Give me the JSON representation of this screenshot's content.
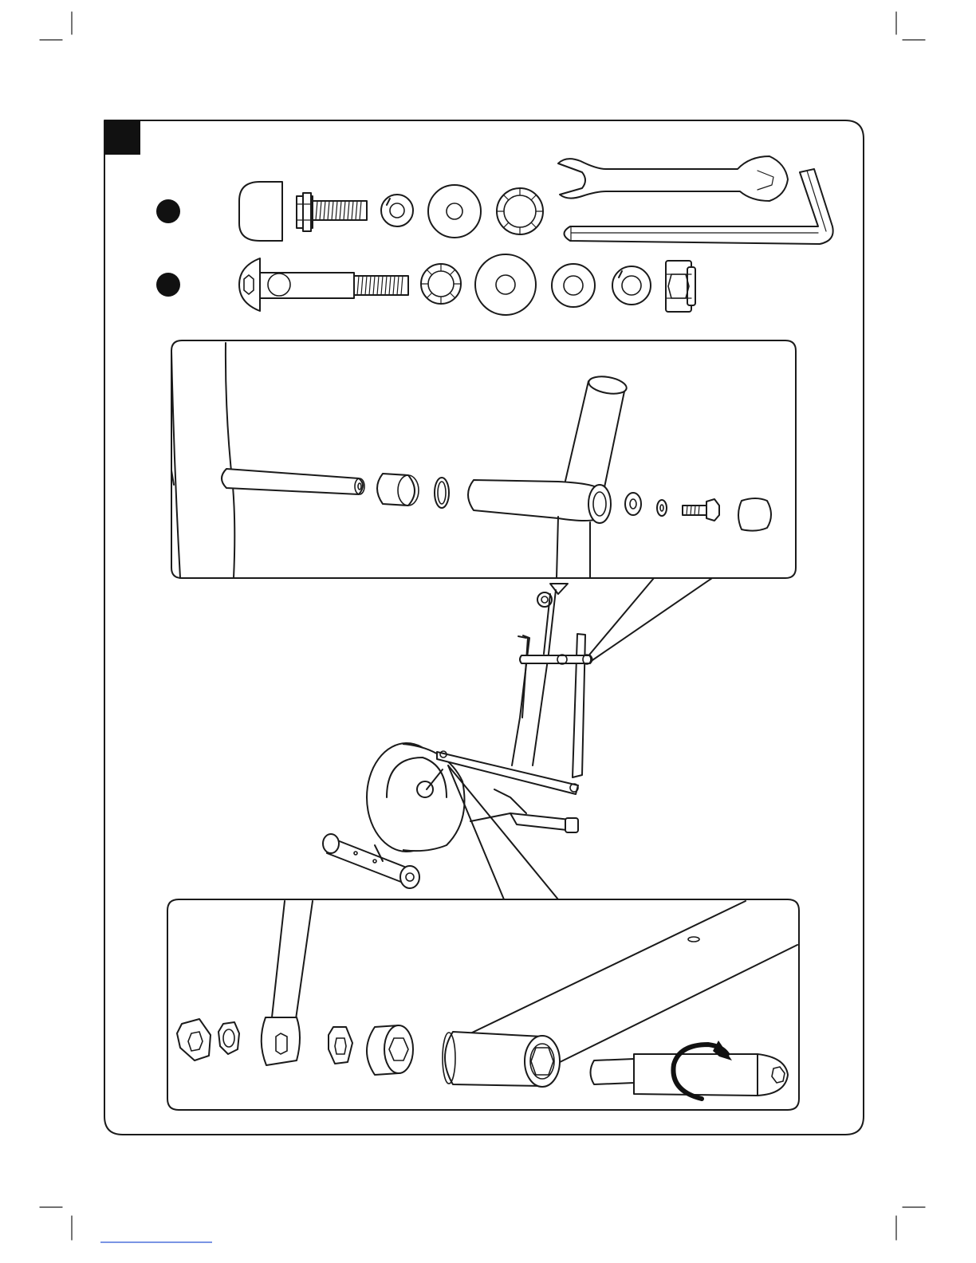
{
  "page": {
    "background": "#ffffff",
    "line_color": "#1a1a1a"
  },
  "step": {
    "marker_color": "#111111",
    "number_label": ""
  },
  "hardware_rows": [
    {
      "row_id": "row-1",
      "parts": [
        "end-cap-icon",
        "flange-bolt-icon",
        "split-washer-icon",
        "flat-washer-icon",
        "star-washer-icon"
      ]
    },
    {
      "row_id": "row-2",
      "parts": [
        "shoulder-bolt-icon",
        "star-washer-icon",
        "large-flat-washer-icon",
        "flat-washer-icon",
        "split-washer-icon",
        "lock-nut-icon"
      ]
    }
  ],
  "tools": [
    "open-end-wrench-icon",
    "hex-key-icon"
  ],
  "annotations": {
    "rotation": "clockwise"
  }
}
